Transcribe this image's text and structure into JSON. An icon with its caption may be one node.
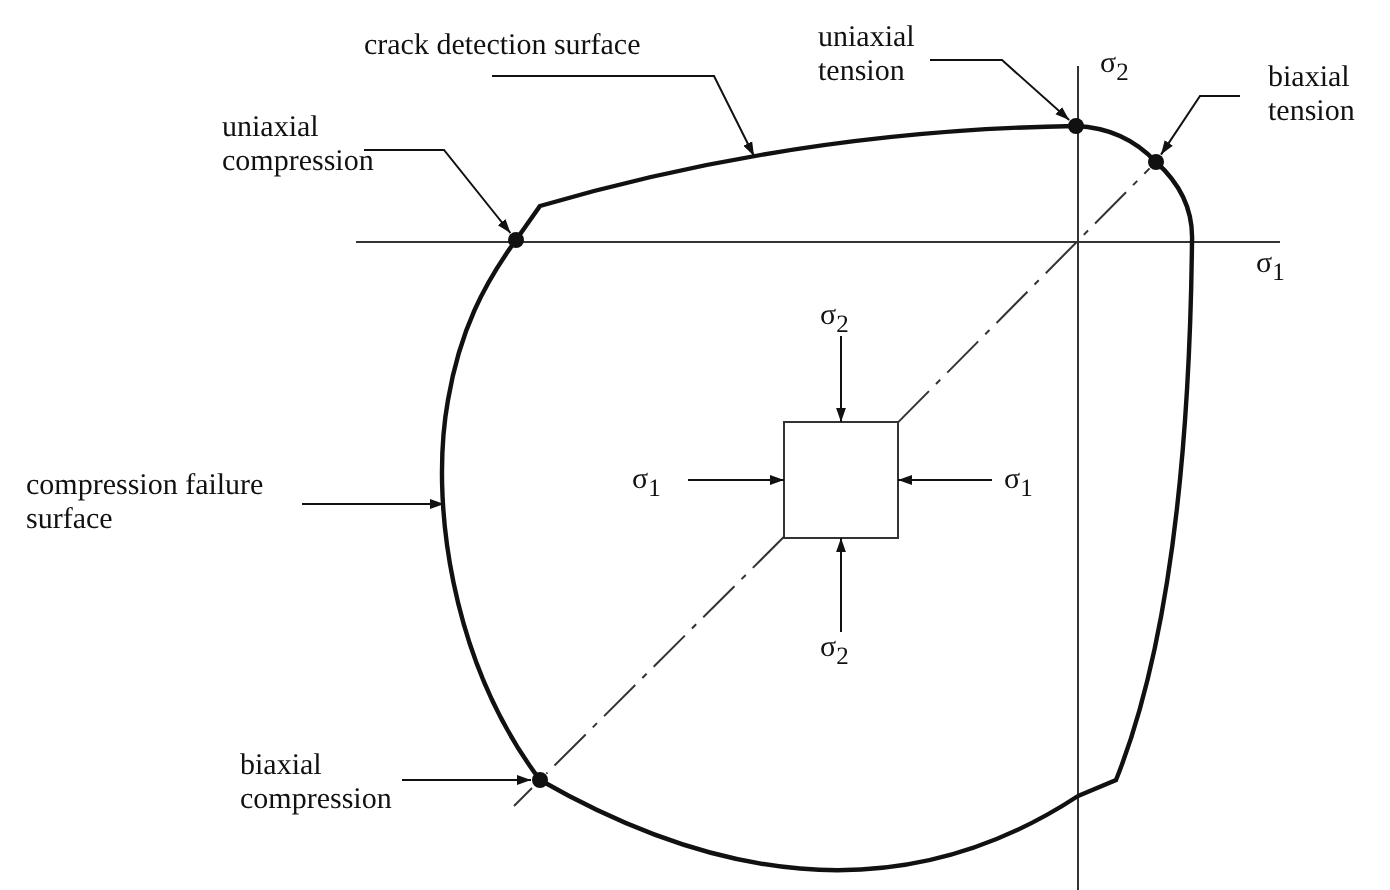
{
  "diagram": {
    "nodes": [
      {
        "text": [
          "uniaxial compression"
        ]
      },
      {
        "text": [],
        "shape": "circle"
      },
      {
        "text": [
          "crack detection surface"
        ]
      },
      {
        "text": [
          "uniaxial tension"
        ]
      },
      {
        "text": [],
        "shape": "circle"
      },
      {
        "text": [
          "biaxial tension"
        ]
      },
      {
        "text": [],
        "shape": "circle"
      },
      {
        "text": [
          "compression failure surface"
        ]
      },
      {
        "text": [
          "biaxial compression"
        ]
      },
      {
        "text": [],
        "shape": "circle"
      },
      {
        "text": [],
        "shape": "box"
      },
      {
        "text": [
          "σ$_{2}$"
        ]
      },
      {
        "text": [
          "σ$_{1}$"
        ]
      },
      {
        "text": [
          "σ$_{1}$"
        ]
      },
      {
        "text": [
          "σ$_{2}$"
        ]
      }
    ],
    "edges": [
      {
        "from": 0,
        "to": 1,
        "arrow": "to"
      },
      {
        "from": 2,
        "to": null,
        "arrow": "to"
      },
      {
        "from": 3,
        "to": 4,
        "arrow": "to"
      },
      {
        "from": 5,
        "to": 6,
        "arrow": "to"
      },
      {
        "from": 7,
        "to": null,
        "arrow": "to"
      },
      {
        "from": 8,
        "to": 9,
        "arrow": "to"
      },
      {
        "from": 11,
        "to": 10,
        "arrow": "to"
      },
      {
        "from": 12,
        "to": 10,
        "arrow": "to"
      },
      {
        "from": 13,
        "to": 10,
        "arrow": "to"
      },
      {
        "from": 14,
        "to": 10,
        "arrow": "to"
      },
      {
        "from": 10,
        "to": 6,
        "arrow": "none",
        "style": "dashed"
      },
      {
        "from": 10,
        "to": 9,
        "arrow": "none",
        "style": "dashed"
      }
    ],
    "labels": [
      "σ$_{2}$",
      "σ$_{1}$"
    ]
  }
}
